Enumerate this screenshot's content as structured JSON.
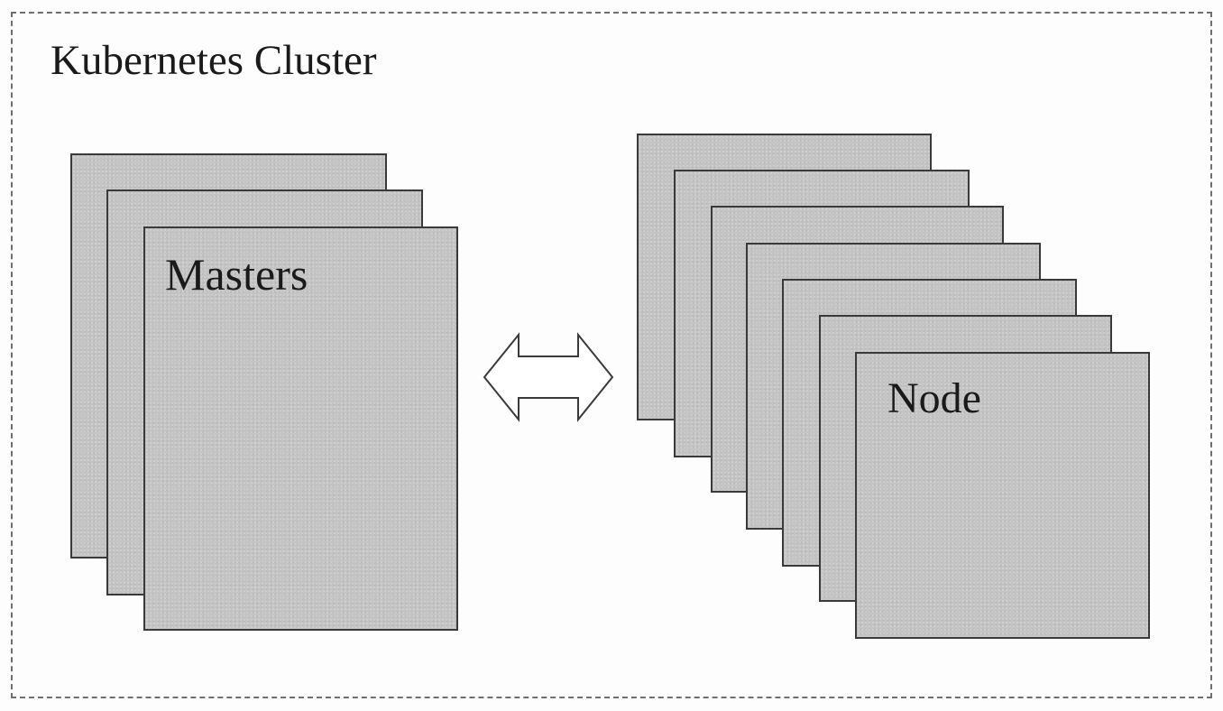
{
  "cluster": {
    "title": "Kubernetes Cluster"
  },
  "masters": {
    "label": "Masters",
    "stack_count": 3
  },
  "nodes": {
    "label": "Node",
    "stack_count": 7
  },
  "connector": {
    "icon": "double-headed-arrow-icon"
  },
  "colors": {
    "sheet_fill": "#c4c4c4",
    "sheet_border": "#3a3a3a",
    "dashed_border": "#6f6f6f"
  }
}
